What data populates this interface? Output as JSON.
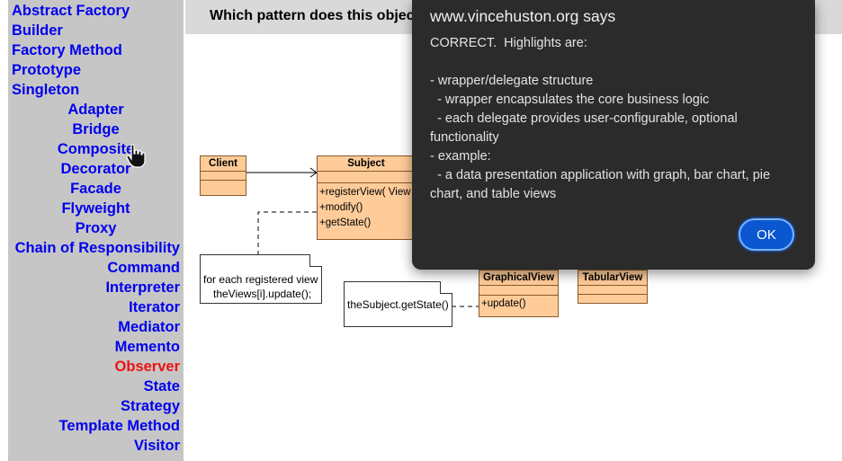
{
  "sidebar": {
    "items": [
      {
        "label": "Abstract Factory",
        "align": "left",
        "active": false
      },
      {
        "label": "Builder",
        "align": "left",
        "active": false
      },
      {
        "label": "Factory Method",
        "align": "left",
        "active": false
      },
      {
        "label": "Prototype",
        "align": "left",
        "active": false
      },
      {
        "label": "Singleton",
        "align": "left",
        "active": false
      },
      {
        "label": "Adapter",
        "align": "center",
        "active": false
      },
      {
        "label": "Bridge",
        "align": "center",
        "active": false
      },
      {
        "label": "Composite",
        "align": "center",
        "active": false
      },
      {
        "label": "Decorator",
        "align": "center",
        "active": false
      },
      {
        "label": "Facade",
        "align": "center",
        "active": false
      },
      {
        "label": "Flyweight",
        "align": "center",
        "active": false
      },
      {
        "label": "Proxy",
        "align": "center",
        "active": false
      },
      {
        "label": "Chain of Responsibility",
        "align": "right",
        "active": false
      },
      {
        "label": "Command",
        "align": "right",
        "active": false
      },
      {
        "label": "Interpreter",
        "align": "right",
        "active": false
      },
      {
        "label": "Iterator",
        "align": "right",
        "active": false
      },
      {
        "label": "Mediator",
        "align": "right",
        "active": false
      },
      {
        "label": "Memento",
        "align": "right",
        "active": false
      },
      {
        "label": "Observer",
        "align": "right",
        "active": true
      },
      {
        "label": "State",
        "align": "right",
        "active": false
      },
      {
        "label": "Strategy",
        "align": "right",
        "active": false
      },
      {
        "label": "Template Method",
        "align": "right",
        "active": false
      },
      {
        "label": "Visitor",
        "align": "right",
        "active": false
      }
    ],
    "link_color": "#0000ee",
    "active_color": "#ee1111"
  },
  "question": {
    "text": "Which pattern does this objec"
  },
  "diagram": {
    "client": {
      "title": "Client"
    },
    "subject": {
      "title": "Subject",
      "ops": [
        "+registerView( View",
        "+modify()",
        "+getState()"
      ]
    },
    "graphical_view": {
      "title": "GraphicalView",
      "ops": [
        "+update()"
      ]
    },
    "tabular_view": {
      "title": "TabularView"
    },
    "note_update": {
      "lines": [
        "for each registered view",
        "theViews[i].update();"
      ]
    },
    "note_getstate": {
      "text": "theSubject.getState()"
    }
  },
  "dialog": {
    "title": "www.vincehuston.org says",
    "message": "CORRECT.  Highlights are:\n\n- wrapper/delegate structure\n  - wrapper encapsulates the core business logic\n  - each delegate provides user-configurable, optional functionality\n- example:\n  - a data presentation application with graph, bar chart, pie chart, and table views",
    "ok_label": "OK",
    "button_color": "#0b57d0"
  }
}
